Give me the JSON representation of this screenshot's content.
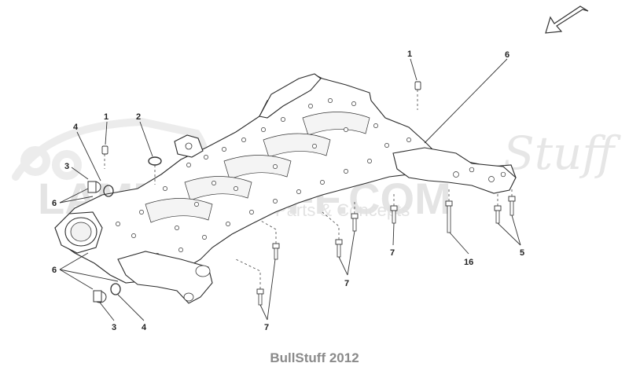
{
  "watermark": {
    "brand": "LAMBOSTUFF.COM",
    "script": "Stuff",
    "tagline": "Parts & Concepts"
  },
  "callouts": [
    {
      "id": "c1a",
      "text": "1"
    },
    {
      "id": "c1b",
      "text": "1"
    },
    {
      "id": "c2",
      "text": "2"
    },
    {
      "id": "c3a",
      "text": "3"
    },
    {
      "id": "c3b",
      "text": "3"
    },
    {
      "id": "c4a",
      "text": "4"
    },
    {
      "id": "c4b",
      "text": "4"
    },
    {
      "id": "c5",
      "text": "5"
    },
    {
      "id": "c6a",
      "text": "6"
    },
    {
      "id": "c6b",
      "text": "6"
    },
    {
      "id": "c6c",
      "text": "6"
    },
    {
      "id": "c7a",
      "text": "7"
    },
    {
      "id": "c7b",
      "text": "7"
    },
    {
      "id": "c7c",
      "text": "7"
    },
    {
      "id": "c16",
      "text": "16"
    }
  ],
  "icons": {
    "direction": "direction-arrow-icon"
  },
  "caption": "BullStuff 2012"
}
